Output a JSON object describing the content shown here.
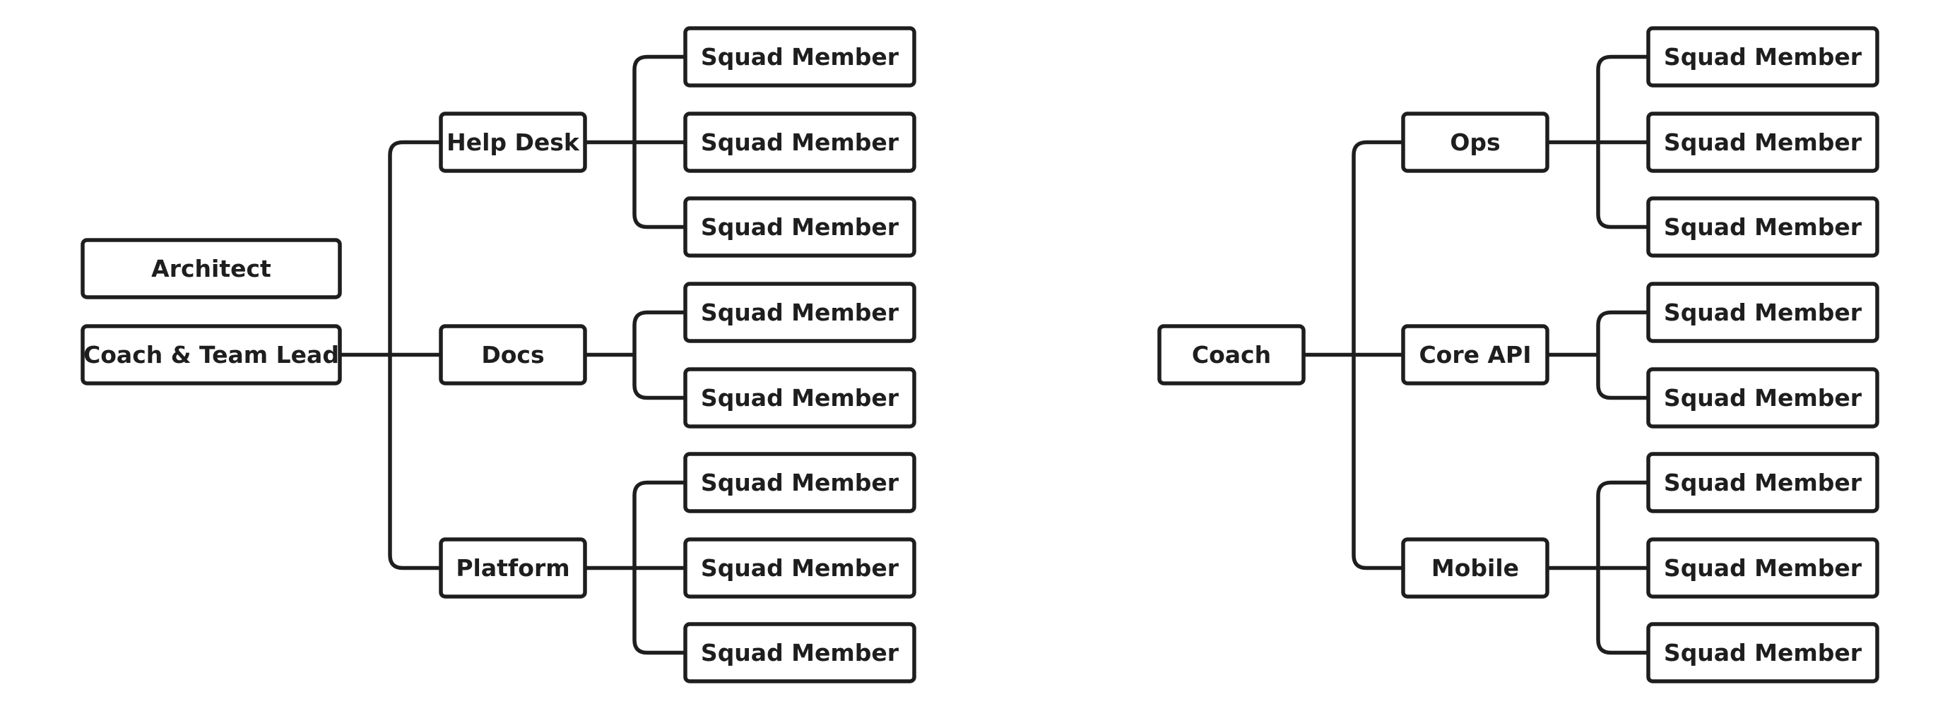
{
  "trees": [
    {
      "extra_label": "Architect",
      "root": "Coach & Team Lead",
      "teams": [
        {
          "name": "Help Desk",
          "members": [
            "Squad Member",
            "Squad Member",
            "Squad Member"
          ]
        },
        {
          "name": "Docs",
          "members": [
            "Squad Member",
            "Squad Member"
          ]
        },
        {
          "name": "Platform",
          "members": [
            "Squad Member",
            "Squad Member",
            "Squad Member"
          ]
        }
      ]
    },
    {
      "root": "Coach",
      "teams": [
        {
          "name": "Ops",
          "members": [
            "Squad Member",
            "Squad Member",
            "Squad Member"
          ]
        },
        {
          "name": "Core API",
          "members": [
            "Squad Member",
            "Squad Member"
          ]
        },
        {
          "name": "Mobile",
          "members": [
            "Squad Member",
            "Squad Member",
            "Squad Member"
          ]
        }
      ]
    }
  ],
  "colors": {
    "stroke": "#1e1e1e",
    "fill": "#ffffff",
    "text": "#1e1e1e"
  }
}
